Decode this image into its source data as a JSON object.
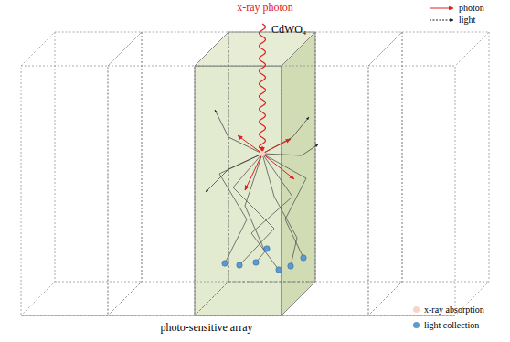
{
  "diagram": {
    "labels": [
      "x-ray photon",
      "CdWO₄",
      "photo-sensitive array"
    ],
    "legend": [
      {
        "text": "photon"
      },
      {
        "text": "light"
      },
      {
        "text": "x-ray absorption",
        "color": "#f6d5c6"
      },
      {
        "text": "light collection",
        "color": "#5b9bd5"
      }
    ]
  }
}
